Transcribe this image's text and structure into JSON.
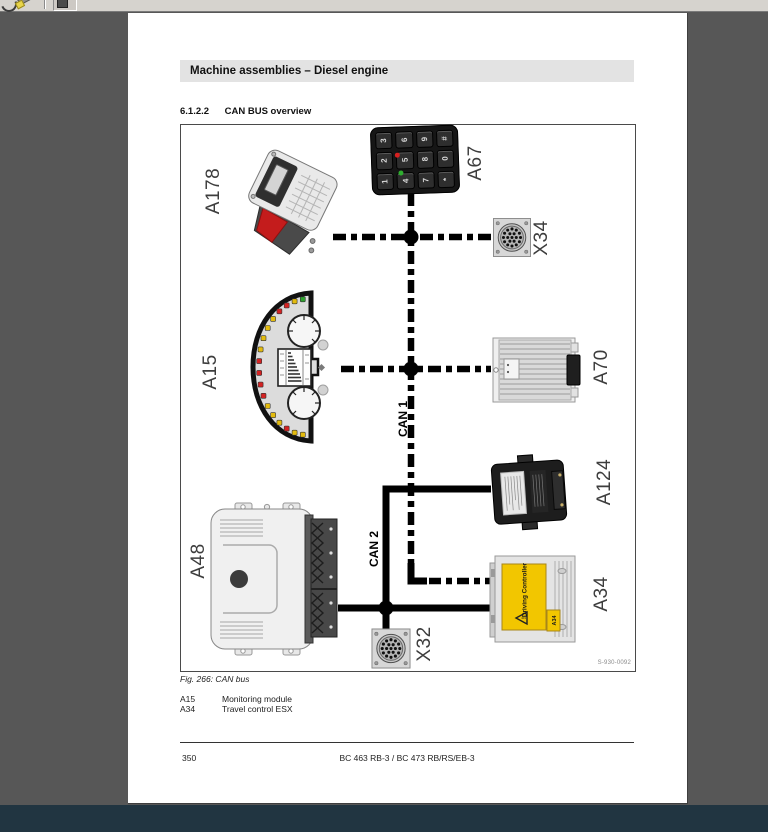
{
  "toolbar": {
    "icons": [
      "lasso-tool-icon",
      "highlighter-icon",
      "separator",
      "active-tool-button"
    ]
  },
  "page": {
    "header_title": "Machine assemblies – Diesel engine",
    "section_number": "6.1.2.2",
    "section_title": "CAN BUS overview",
    "figure": {
      "caption": "Fig. 266: CAN bus",
      "drawing_number": "S-930-0092",
      "can1_label": "CAN 1",
      "can2_label": "CAN 2",
      "labels": {
        "a178": "A178",
        "a67": "A67",
        "x34": "X34",
        "a15": "A15",
        "a70": "A70",
        "a124": "A124",
        "a34": "A34",
        "a48": "A48",
        "x32": "X32"
      },
      "keypad_keys": [
        "3",
        "6",
        "9",
        "#",
        "2",
        "5",
        "8",
        "0",
        "1",
        "4",
        "7",
        "*"
      ],
      "a34_sticker": {
        "title": "Driving Controller",
        "tag": "A34"
      },
      "colors": {
        "sticker_yellow": "#f2c600",
        "led_red": "#d42323",
        "led_yellow": "#e3bb0e",
        "led_green": "#2fa12f",
        "keypad_dot_red": "#d62020",
        "keypad_dot_green": "#2fae2f",
        "bus_line": "#000000"
      }
    },
    "legend": {
      "rows": [
        {
          "key": "A15",
          "value": "Monitoring module"
        },
        {
          "key": "A34",
          "value": "Travel control ESX"
        }
      ]
    },
    "footer": {
      "page_number": "350",
      "doc_ref": "BC 463 RB-3 / BC 473 RB/RS/EB-3"
    }
  }
}
